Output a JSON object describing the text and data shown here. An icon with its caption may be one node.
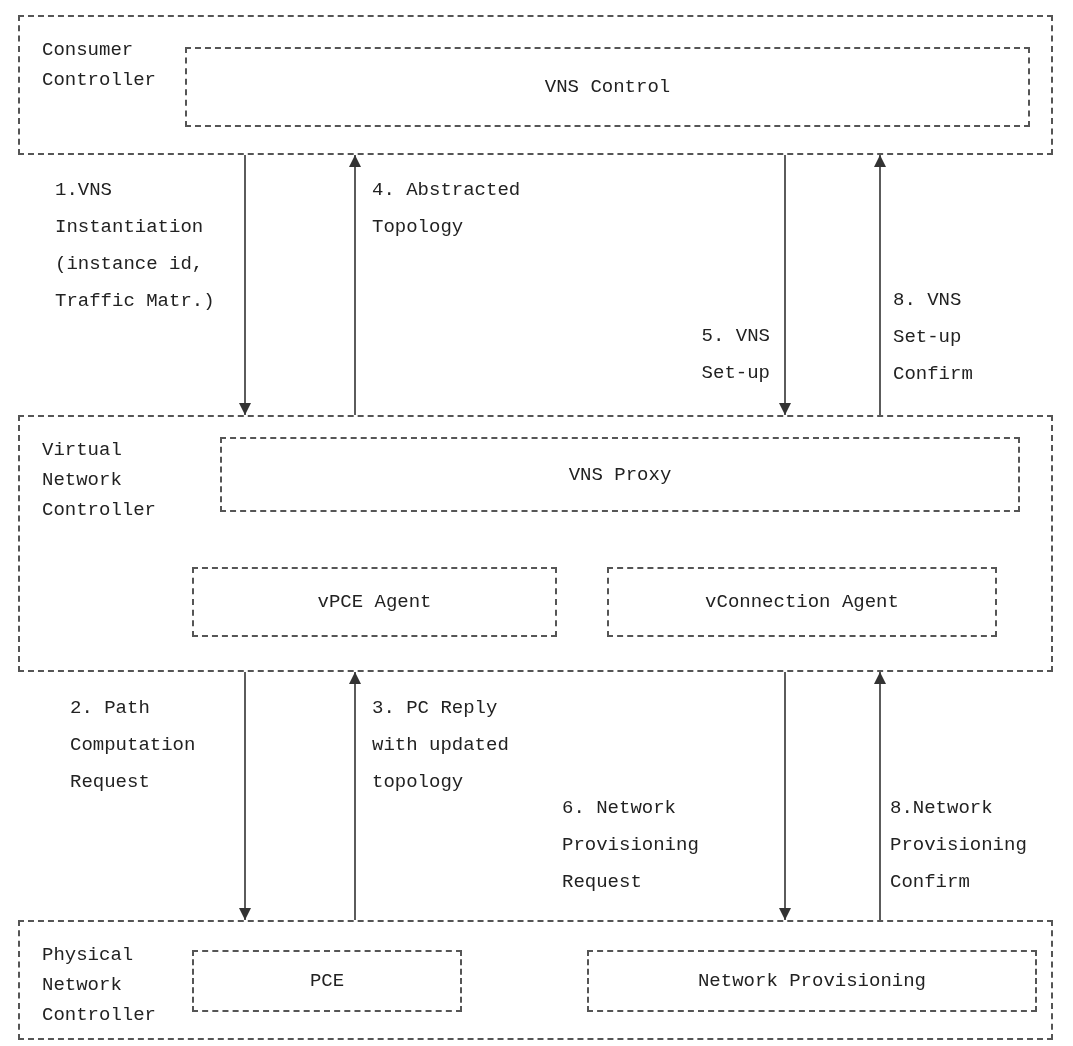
{
  "diagram": {
    "nodes": [
      {
        "text": [
          "Consumer Controller"
        ]
      },
      {
        "text": [
          "VNS Control"
        ],
        "in": 0
      },
      {
        "text": [
          "Virtual Network Controller"
        ]
      },
      {
        "text": [
          "VNS Proxy"
        ],
        "in": 2
      },
      {
        "text": [
          "vPCE Agent"
        ],
        "in": 2
      },
      {
        "text": [
          "vConnection Agent"
        ],
        "in": 2
      },
      {
        "text": [
          "Physical Network Controller"
        ]
      },
      {
        "text": [
          "PCE"
        ],
        "in": 6
      },
      {
        "text": [
          "Network Provisioning"
        ],
        "in": 6
      }
    ],
    "edges": [
      {
        "from": 0,
        "to": 2,
        "arrow": "to",
        "label": "1.VNS Instantiation (instance id, Traffic Matr.)"
      },
      {
        "from": 2,
        "to": 0,
        "arrow": "to",
        "label": "4. Abstracted Topology"
      },
      {
        "from": 0,
        "to": 2,
        "arrow": "to",
        "label": "5. VNS Set-up"
      },
      {
        "from": 2,
        "to": 0,
        "arrow": "to",
        "label": "8. VNS Set-up Confirm"
      },
      {
        "from": 2,
        "to": 6,
        "arrow": "to",
        "label": "2. Path Computation Request"
      },
      {
        "from": 6,
        "to": 2,
        "arrow": "to",
        "label": "3. PC Reply with updated topology"
      },
      {
        "from": 2,
        "to": 6,
        "arrow": "to",
        "label": "6. Network Provisioning Request"
      },
      {
        "from": 6,
        "to": 2,
        "arrow": "to",
        "label": "8.Network Provisioning Confirm"
      }
    ]
  }
}
